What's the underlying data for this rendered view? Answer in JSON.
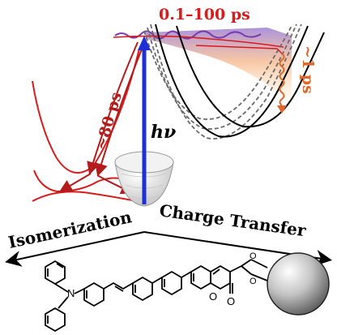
{
  "labels": {
    "fast_range": "0.1–100 ps",
    "slow_time": "~1 ps",
    "isom_time": "~80 ps",
    "photon": "hν",
    "left_process": "Isomerization",
    "right_process": "Charge Transfer"
  },
  "colors": {
    "excitation": "#1f2fd6",
    "decay_red": "#d81c1c",
    "isom_red": "#b51b1b",
    "ground_black": "#000000",
    "dashed_gray": "#6b6b6b",
    "wavepacket": "#7b3bb0",
    "timescale_orange": "#e0662a"
  }
}
